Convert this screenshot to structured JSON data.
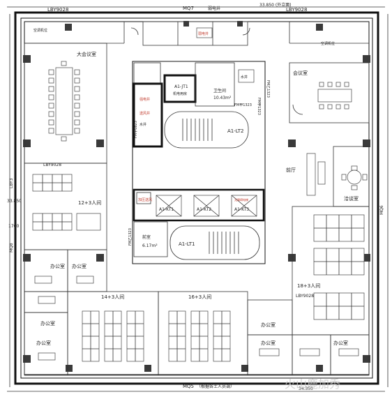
{
  "dims": {
    "top_left": "LBY9028",
    "top_mid1": "MQ7",
    "top_mid2": "弱电井",
    "top_total": "33.850 (外立面)",
    "top_right": "LBY9028",
    "left_a": "LBY3",
    "left_b": "33.850",
    "left_c": "1700",
    "left_d": "MQ8",
    "right_a": "MQ6",
    "bottom_total": "34.350",
    "bottom_mid": "MQ5",
    "bottom_label": "（根据各土人员调）",
    "mid_left": "LBY9028",
    "mid_right": "LBY9028"
  },
  "rooms": {
    "big_meeting": "大会议室",
    "meeting": "会议室",
    "lobby": "前厅",
    "negotiation": "洽谈室",
    "r12": "12+3人间",
    "r18": "18+3人间",
    "r14": "14+3人间",
    "r16": "16+3人间",
    "office_a": "办公室",
    "office_b": "办公室",
    "office_c": "办公室",
    "office_d": "办公室",
    "office_e": "办公室",
    "office_f": "办公室",
    "office_g": "办公室",
    "equip_tl": "空调机位",
    "equip_tr": "空调机位"
  },
  "core": {
    "ahu": "A1-JT1",
    "ahu_sub": "机电用房",
    "toilet_area": "卫生间",
    "toilet_area_size": "10.43m²",
    "stair2": "A1-LT2",
    "stair1": "A1-LT1",
    "k1": "A1-KT1",
    "k2": "A1-KT2",
    "k3": "A1-KT3",
    "k3_note": "无障碍电梯",
    "fire_room": "前室",
    "fire_room_size": "6.17m²",
    "door1": "FM乙1323",
    "door2": "FM甲1323",
    "door3": "FM甲0823",
    "door4": "FM乙1323",
    "door5": "FM甲1323",
    "shaft1": "强电井",
    "shaft2": "弱电井",
    "shaft3": "水井",
    "shaft4": "送风井",
    "shaft5": "加压送风",
    "water": "水井"
  },
  "watermark": "火山鹿加秀"
}
